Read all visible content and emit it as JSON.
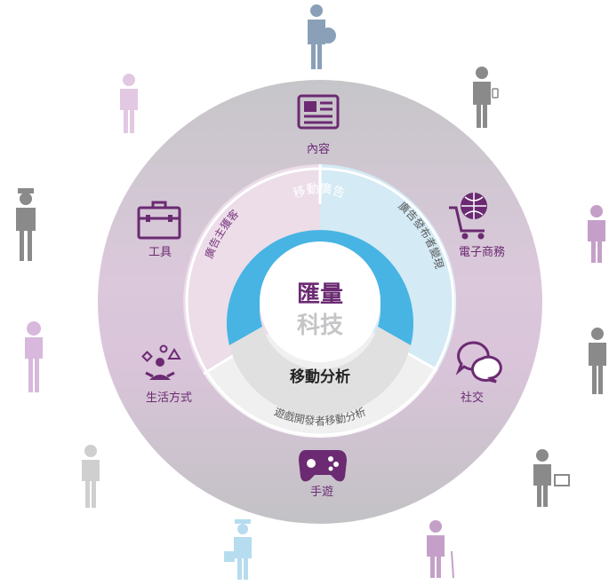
{
  "center": {
    "line1": "匯量",
    "line2": "科技"
  },
  "inner_ring": {
    "top": "移動廣告",
    "bottom": "移動分析",
    "left_segment": "廣告主獲客",
    "right_segment": "廣告發布者變現",
    "bottom_segment": "遊戲開發者移動分析"
  },
  "outer_ring": {
    "items": [
      {
        "label": "內容",
        "icon": "newspaper-icon"
      },
      {
        "label": "電子商務",
        "icon": "shopping-cart-globe-icon"
      },
      {
        "label": "社交",
        "icon": "chat-bubbles-icon"
      },
      {
        "label": "手遊",
        "icon": "gamepad-icon"
      },
      {
        "label": "生活方式",
        "icon": "person-shapes-icon"
      },
      {
        "label": "工具",
        "icon": "briefcase-icon"
      }
    ]
  },
  "colors": {
    "outer_ring": "#c5c5c8",
    "outer_ring_purple": "#dcc6dc",
    "accent_purple": "#6b2a72",
    "accent_blue": "#47b4e3",
    "light_blue": "#d4eaf4",
    "light_pink": "#ecdde9",
    "light_gray": "#f0f0f0",
    "mid_gray": "#e0e0e0"
  },
  "people": [
    {
      "icon": "person-blue-icon"
    },
    {
      "icon": "person-gray-icon"
    },
    {
      "icon": "person-purple-icon"
    },
    {
      "icon": "person-gray-basket-icon"
    },
    {
      "icon": "person-purple-elder-icon"
    },
    {
      "icon": "person-blue-hat-icon"
    },
    {
      "icon": "person-light-gray-icon"
    },
    {
      "icon": "person-purple-lady-icon"
    },
    {
      "icon": "person-gray-police-icon"
    },
    {
      "icon": "person-pink-icon"
    }
  ]
}
